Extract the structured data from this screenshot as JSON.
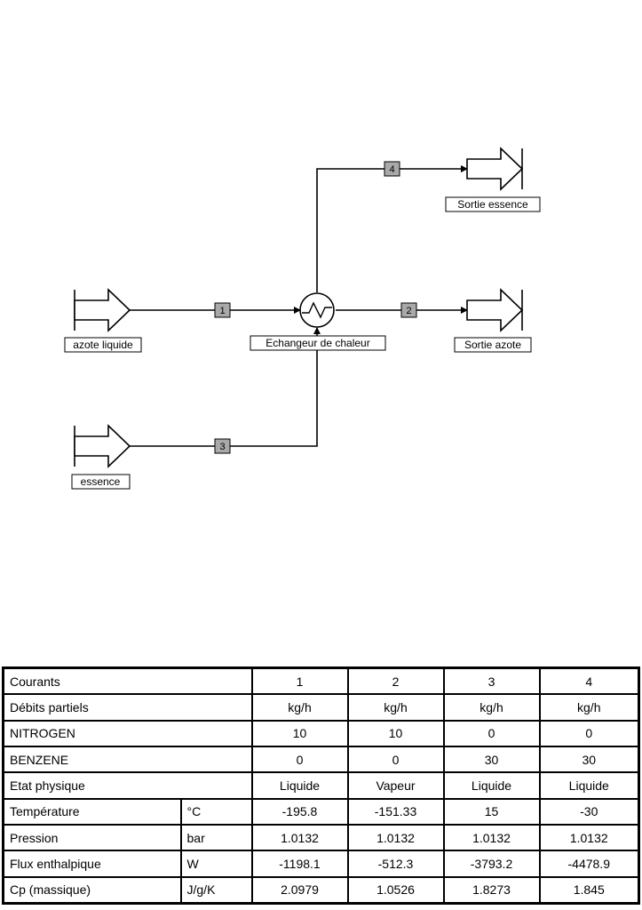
{
  "flowsheet": {
    "feeds": [
      {
        "id": "azote",
        "label": "azote liquide"
      },
      {
        "id": "essence_in",
        "label": "essence"
      }
    ],
    "products": [
      {
        "id": "sortie_essence",
        "label": "Sortie essence"
      },
      {
        "id": "sortie_azote",
        "label": "Sortie azote"
      }
    ],
    "exchanger": {
      "label": "Echangeur de chaleur",
      "icon": "heat-exchanger-icon"
    },
    "streams": [
      "1",
      "2",
      "3",
      "4"
    ]
  },
  "table": {
    "header": {
      "label": "Courants",
      "cols": [
        "1",
        "2",
        "3",
        "4"
      ]
    },
    "rows": [
      {
        "label": "Débits partiels",
        "unit": "",
        "values": [
          "kg/h",
          "kg/h",
          "kg/h",
          "kg/h"
        ]
      },
      {
        "label": "NITROGEN",
        "unit": "",
        "values": [
          "10",
          "10",
          "0",
          "0"
        ]
      },
      {
        "label": "BENZENE",
        "unit": "",
        "values": [
          "0",
          "0",
          "30",
          "30"
        ]
      },
      {
        "label": "Etat physique",
        "unit": "",
        "values": [
          "Liquide",
          "Vapeur",
          "Liquide",
          "Liquide"
        ]
      },
      {
        "label": "Température",
        "unit": "°C",
        "values": [
          "-195.8",
          "-151.33",
          "15",
          "-30"
        ]
      },
      {
        "label": "Pression",
        "unit": "bar",
        "values": [
          "1.0132",
          "1.0132",
          "1.0132",
          "1.0132"
        ]
      },
      {
        "label": "Flux enthalpique",
        "unit": "W",
        "values": [
          "-1198.1",
          "-512.3",
          "-3793.2",
          "-4478.9"
        ]
      },
      {
        "label": "Cp (massique)",
        "unit": "J/g/K",
        "values": [
          "2.0979",
          "1.0526",
          "1.8273",
          "1.845"
        ]
      }
    ]
  }
}
